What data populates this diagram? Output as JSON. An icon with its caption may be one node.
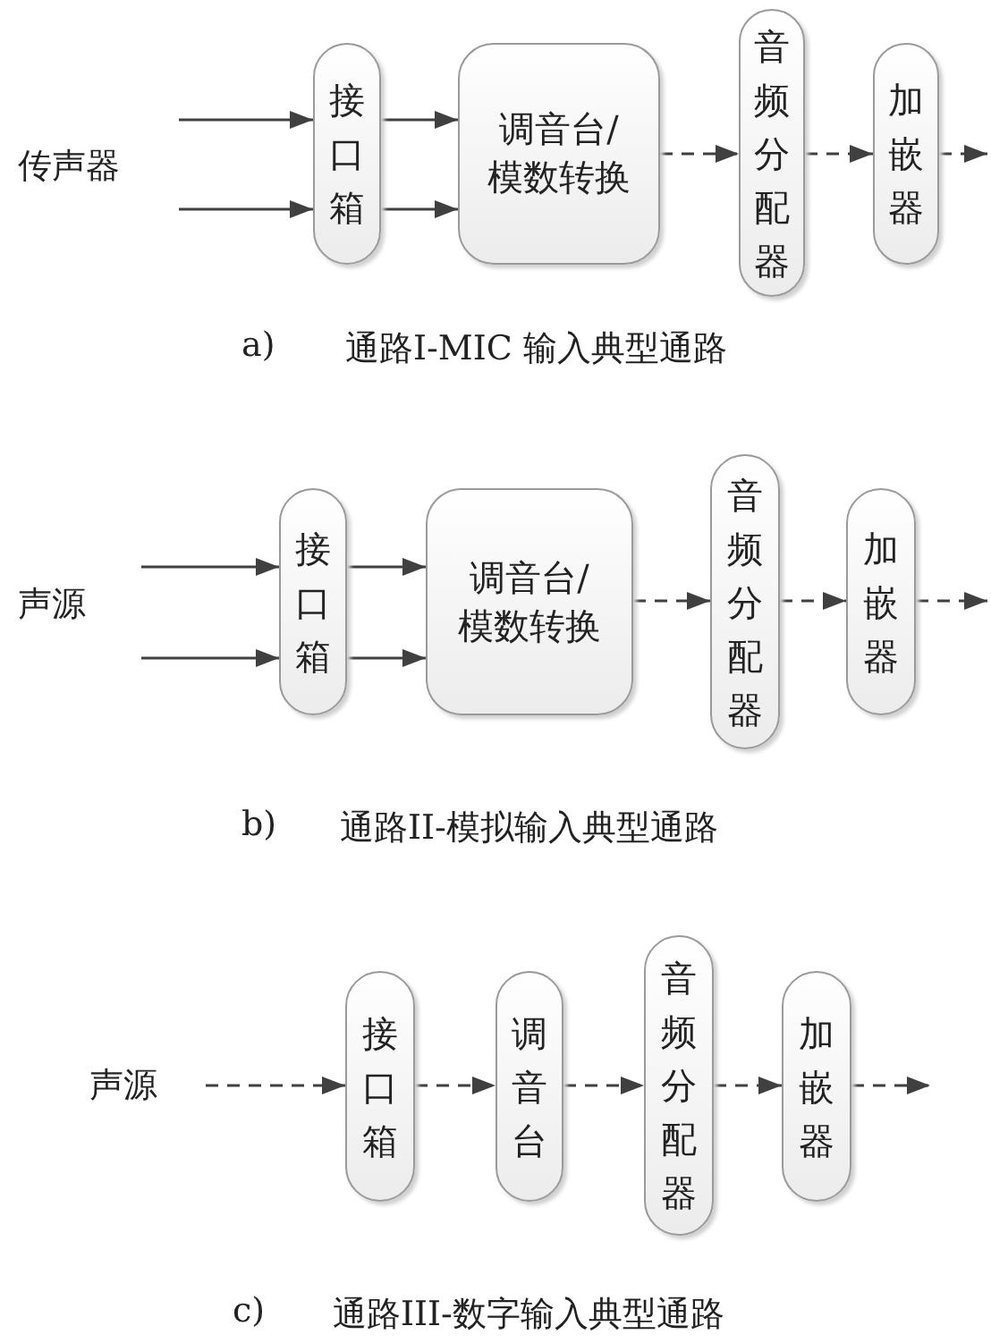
{
  "diagram": {
    "nodes": [
      {
        "text": [
          "传声器"
        ]
      },
      {
        "text": [
          "接口箱"
        ]
      },
      {
        "text": [
          "调音台/模数转换"
        ]
      },
      {
        "text": [
          "音频分配器"
        ]
      },
      {
        "text": [
          "加嵌器"
        ]
      },
      {
        "text": [
          "声源"
        ]
      },
      {
        "text": [
          "接口箱"
        ]
      },
      {
        "text": [
          "调音台/模数转换"
        ]
      },
      {
        "text": [
          "音频分配器"
        ]
      },
      {
        "text": [
          "加嵌器"
        ]
      },
      {
        "text": [
          "声源"
        ]
      },
      {
        "text": [
          "接口箱"
        ]
      },
      {
        "text": [
          "调音台"
        ]
      },
      {
        "text": [
          "音频分配器"
        ]
      },
      {
        "text": [
          "加嵌器"
        ]
      }
    ],
    "edges": [
      {
        "from": 0,
        "to": 1,
        "arrow": "to"
      },
      {
        "from": 0,
        "to": 1,
        "arrow": "to"
      },
      {
        "from": 1,
        "to": 2,
        "arrow": "to"
      },
      {
        "from": 1,
        "to": 2,
        "arrow": "to"
      },
      {
        "from": 2,
        "to": 3,
        "arrow": "to",
        "style": "dashed"
      },
      {
        "from": 3,
        "to": 4,
        "arrow": "to",
        "style": "dashed"
      },
      {
        "from": 4,
        "to": null,
        "arrow": "to",
        "style": "dashed"
      },
      {
        "from": 5,
        "to": 6,
        "arrow": "to"
      },
      {
        "from": 5,
        "to": 6,
        "arrow": "to"
      },
      {
        "from": 6,
        "to": 7,
        "arrow": "to"
      },
      {
        "from": 6,
        "to": 7,
        "arrow": "to"
      },
      {
        "from": 7,
        "to": 8,
        "arrow": "to",
        "style": "dashed"
      },
      {
        "from": 8,
        "to": 9,
        "arrow": "to",
        "style": "dashed"
      },
      {
        "from": 9,
        "to": null,
        "arrow": "to",
        "style": "dashed"
      },
      {
        "from": 10,
        "to": 11,
        "arrow": "to",
        "style": "dashed"
      },
      {
        "from": 11,
        "to": 12,
        "arrow": "to",
        "style": "dashed"
      },
      {
        "from": 12,
        "to": 13,
        "arrow": "to",
        "style": "dashed"
      },
      {
        "from": 13,
        "to": 14,
        "arrow": "to",
        "style": "dashed"
      },
      {
        "from": 14,
        "to": null,
        "arrow": "to",
        "style": "dashed"
      }
    ],
    "labels": [
      "a)",
      "通路I-MIC 输入典型通路",
      "b)",
      "通路II-模拟输入典型通路",
      "c)",
      "通路III-数字输入典型通路"
    ]
  }
}
